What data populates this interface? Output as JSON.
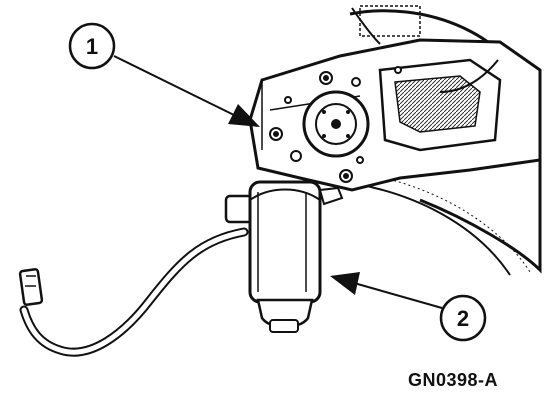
{
  "figure": {
    "id_label": "GN0398-A",
    "ink_color": "#111111",
    "background_color": "#ffffff"
  },
  "callouts": [
    {
      "number": "1"
    },
    {
      "number": "2"
    }
  ]
}
